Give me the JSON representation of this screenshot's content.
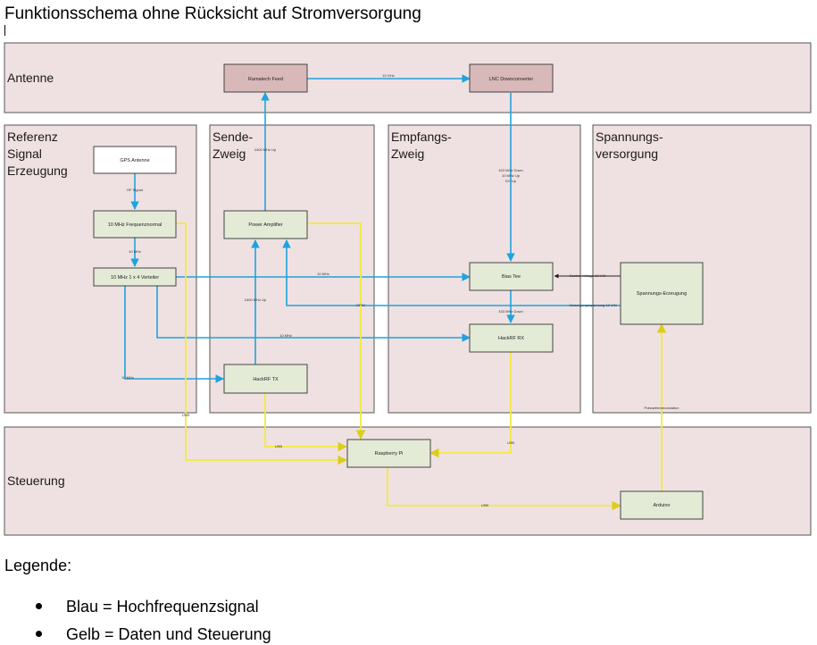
{
  "title": "Funktionsschema ohne Rücksicht auf Stromversorgung",
  "colors": {
    "region_fill": "#efe1e1",
    "rf_fill": "#d8b8b8",
    "module_fill": "#e3ebd6",
    "blue": "#1ea3e0",
    "yellow": "#f2ea3c"
  },
  "regions": {
    "antenne": "Antenne",
    "referenz": [
      "Referenz",
      "Signal",
      "Erzeugung"
    ],
    "sende": [
      "Sende-",
      "Zweig"
    ],
    "empfang": [
      "Empfangs-",
      "Zweig"
    ],
    "spannung": [
      "Spannungs-",
      "versorgung"
    ],
    "steuerung": "Steuerung"
  },
  "boxes": {
    "feed": "Ramatech Feed",
    "lnc": "LNC Downconverter",
    "gps": "GPS Antenne",
    "freq": "10 MHz Frequenznormal",
    "verteiler": "10 MHz 1 x 4 Verteiler",
    "pa": "Power Amplifier",
    "hackrf_tx": "HackRF TX",
    "biastee": "Bias Tee",
    "hackrf_rx": "HackRF RX",
    "spannung": "Spannungs-Erzeugung",
    "raspi": "Raspberry Pi",
    "arduino": "Arduino"
  },
  "edge_labels": {
    "feed_lnc": "10 GHz",
    "gps_freq": "RF Signal",
    "freq_vert": "10 MHz",
    "vert_bias": "10 MHz",
    "vert_rx": "10 MHz",
    "vert_tx": "10 MHz",
    "pa_feed": "2400 MHz Up",
    "tx_pa": "2400 MHz Up",
    "lnc_bias": [
      "433 MHz Down",
      "10 MHz Up",
      "DC Up"
    ],
    "bias_rx": "433 MHz Down",
    "span_bias_1": "Control Voltage 12 V/N",
    "span_bias_2": "Versorgungsspannung 12 V/N",
    "freq_raspi": "USB",
    "tx_raspi": "USB",
    "pa_raspi": "GPIO",
    "rx_raspi": "USB",
    "raspi_arduino": "USB",
    "arduino_span": "Pulsweitenmodulation"
  },
  "legend": {
    "title": "Legende:",
    "items": [
      "Blau = Hochfrequenzsignal",
      "Gelb = Daten und Steuerung"
    ]
  }
}
